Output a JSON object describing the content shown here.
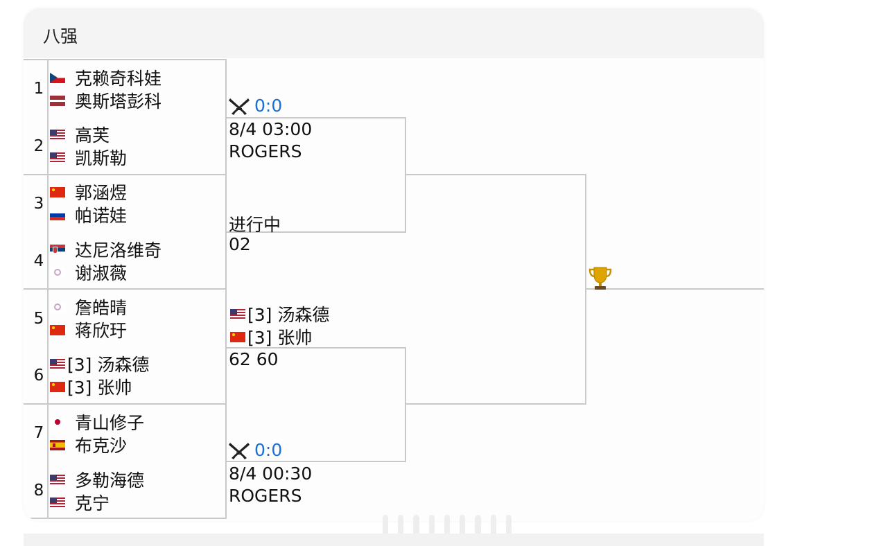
{
  "header": {
    "title": "八强"
  },
  "seeds": [
    "1",
    "2",
    "3",
    "4",
    "5",
    "6",
    "7",
    "8"
  ],
  "players": [
    {
      "name": "克赖奇科娃",
      "flag": "cz-flag-icon"
    },
    {
      "name": "奥斯塔彭科",
      "flag": "lv-flag-icon"
    },
    {
      "name": "高芙",
      "flag": "us-flag-icon"
    },
    {
      "name": "凯斯勒",
      "flag": "us-flag-icon"
    },
    {
      "name": "郭涵煜",
      "flag": "cn-flag-icon"
    },
    {
      "name": "帕诺娃",
      "flag": "ru-flag-icon"
    },
    {
      "name": "达尼洛维奇",
      "flag": "rs-flag-icon"
    },
    {
      "name": "谢淑薇",
      "flag": "tpe-flag-icon"
    },
    {
      "name": "詹皓晴",
      "flag": "tpe-flag-icon"
    },
    {
      "name": "蒋欣玗",
      "flag": "cn-flag-icon"
    },
    {
      "name": "[3] 汤森德",
      "flag": "us-flag-icon"
    },
    {
      "name": "[3] 张帅",
      "flag": "cn-flag-icon"
    },
    {
      "name": "青山修子",
      "flag": "jp-flag-icon"
    },
    {
      "name": "布克沙",
      "flag": "es-flag-icon"
    },
    {
      "name": "多勒海德",
      "flag": "us-flag-icon"
    },
    {
      "name": "克宁",
      "flag": "us-flag-icon"
    }
  ],
  "semifinals": [
    {
      "score": "0:0",
      "time": "8/4 03:00",
      "venue": "ROGERS",
      "status": "进行中"
    },
    {
      "score_text": "02",
      "team_a": "[3] 汤森德",
      "team_b": "[3] 张帅",
      "sets": "62 60"
    },
    {
      "score": "0:0",
      "time": "8/4 00:30",
      "venue": "ROGERS"
    }
  ],
  "colors": {
    "score_blue": "#1a6fd6",
    "header_bg": "#f4f4f4",
    "line": "#c9c9c9"
  }
}
